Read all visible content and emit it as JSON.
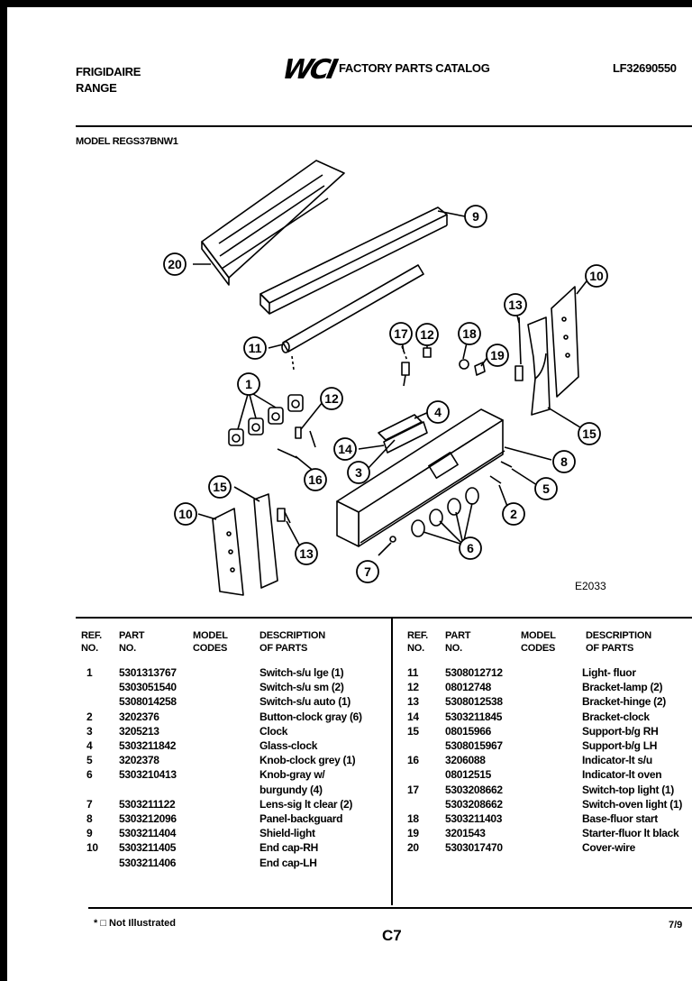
{
  "header": {
    "brand": "FRIGIDAIRE",
    "product": "RANGE",
    "logo": "WCI",
    "catalog_title": "FACTORY PARTS CATALOG",
    "catalog_code": "LF32690550",
    "model_label": "MODEL REGS37BNW1"
  },
  "diagram": {
    "drawing_code": "E2033",
    "callouts": [
      "20",
      "9",
      "11",
      "17",
      "12",
      "18",
      "19",
      "13",
      "10",
      "1",
      "12",
      "4",
      "14",
      "3",
      "8",
      "5",
      "16",
      "2",
      "15",
      "10",
      "13",
      "6",
      "7",
      "15"
    ]
  },
  "table": {
    "headers": {
      "ref": "REF.",
      "no": "NO.",
      "part": "PART",
      "part_no": "NO.",
      "model": "MODEL",
      "codes": "CODES",
      "desc": "DESCRIPTION",
      "of_parts": "OF PARTS"
    },
    "left_rows": [
      {
        "ref": "1",
        "part": "5301313767",
        "desc": "Switch-s/u lge (1)"
      },
      {
        "ref": "",
        "part": "5303051540",
        "desc": "Switch-s/u sm (2)"
      },
      {
        "ref": "",
        "part": "5308014258",
        "desc": "Switch-s/u auto (1)"
      },
      {
        "ref": "2",
        "part": "3202376",
        "desc": "Button-clock gray (6)"
      },
      {
        "ref": "3",
        "part": "3205213",
        "desc": "Clock"
      },
      {
        "ref": "4",
        "part": "5303211842",
        "desc": "Glass-clock"
      },
      {
        "ref": "5",
        "part": "3202378",
        "desc": "Knob-clock grey (1)"
      },
      {
        "ref": "6",
        "part": "5303210413",
        "desc": "Knob-gray w/"
      },
      {
        "ref": "",
        "part": "",
        "desc": "burgundy (4)"
      },
      {
        "ref": "7",
        "part": "5303211122",
        "desc": "Lens-sig lt clear (2)"
      },
      {
        "ref": "8",
        "part": "5303212096",
        "desc": "Panel-backguard"
      },
      {
        "ref": "9",
        "part": "5303211404",
        "desc": "Shield-light"
      },
      {
        "ref": "10",
        "part": "5303211405",
        "desc": "End cap-RH"
      },
      {
        "ref": "",
        "part": "5303211406",
        "desc": "End cap-LH"
      }
    ],
    "right_rows": [
      {
        "ref": "11",
        "part": "5308012712",
        "desc": "Light- fluor"
      },
      {
        "ref": "12",
        "part": "08012748",
        "desc": "Bracket-lamp (2)"
      },
      {
        "ref": "13",
        "part": "5308012538",
        "desc": "Bracket-hinge (2)"
      },
      {
        "ref": "14",
        "part": "5303211845",
        "desc": "Bracket-clock"
      },
      {
        "ref": "15",
        "part": "08015966",
        "desc": "Support-b/g RH"
      },
      {
        "ref": "",
        "part": "5308015967",
        "desc": "Support-b/g LH"
      },
      {
        "ref": "16",
        "part": "3206088",
        "desc": "Indicator-lt s/u"
      },
      {
        "ref": "",
        "part": "08012515",
        "desc": "Indicator-lt oven"
      },
      {
        "ref": "17",
        "part": "5303208662",
        "desc": "Switch-top light (1)"
      },
      {
        "ref": "",
        "part": "5303208662",
        "desc": "Switch-oven light (1)"
      },
      {
        "ref": "18",
        "part": "5303211403",
        "desc": "Base-fluor start"
      },
      {
        "ref": "19",
        "part": "3201543",
        "desc": "Starter-fluor lt black"
      },
      {
        "ref": "20",
        "part": "5303017470",
        "desc": "Cover-wire"
      }
    ]
  },
  "footer": {
    "note": "* □ Not Illustrated",
    "page": "C7",
    "date": "7/9"
  }
}
